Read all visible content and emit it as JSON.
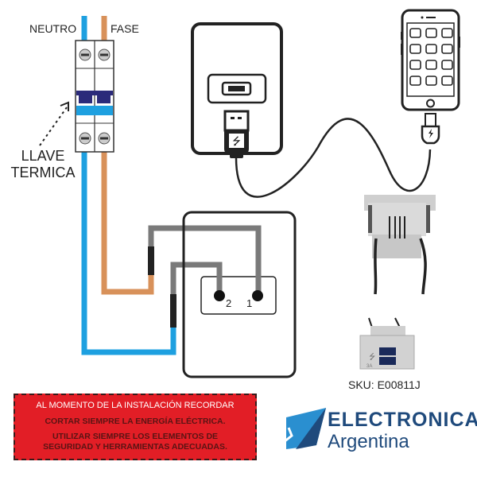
{
  "labels": {
    "neutro": "NEUTRO",
    "fase": "FASE",
    "llave_line1": "LLAVE",
    "llave_line2": "TERMICA",
    "terminal_1": "1",
    "terminal_2": "2"
  },
  "product": {
    "sku": "SKU: E00811J",
    "module_rating": "3A"
  },
  "warning": {
    "title": "AL MOMENTO DE LA INSTALACIÓN RECORDAR",
    "line1": "CORTAR SIEMPRE LA ENERGÍA ELÉCTRICA.",
    "line2a": "UTILIZAR SIEMPRE LOS ELEMENTOS DE",
    "line2b": "SEGURIDAD Y HERRAMIENTAS ADECUADAS."
  },
  "brand": {
    "name": "ELECTRONICA",
    "sub": "Argentina"
  },
  "colors": {
    "neutral_wire": "#1ea0e0",
    "phase_wire": "#d8915a",
    "gray_wire": "#7a7a7a",
    "breaker_lever_dark": "#2b2a7a",
    "breaker_lever_light": "#1ea0e0",
    "warning_bg": "#e21e26",
    "brand_dark": "#1f4a7c",
    "brand_light": "#2a8fd0"
  }
}
